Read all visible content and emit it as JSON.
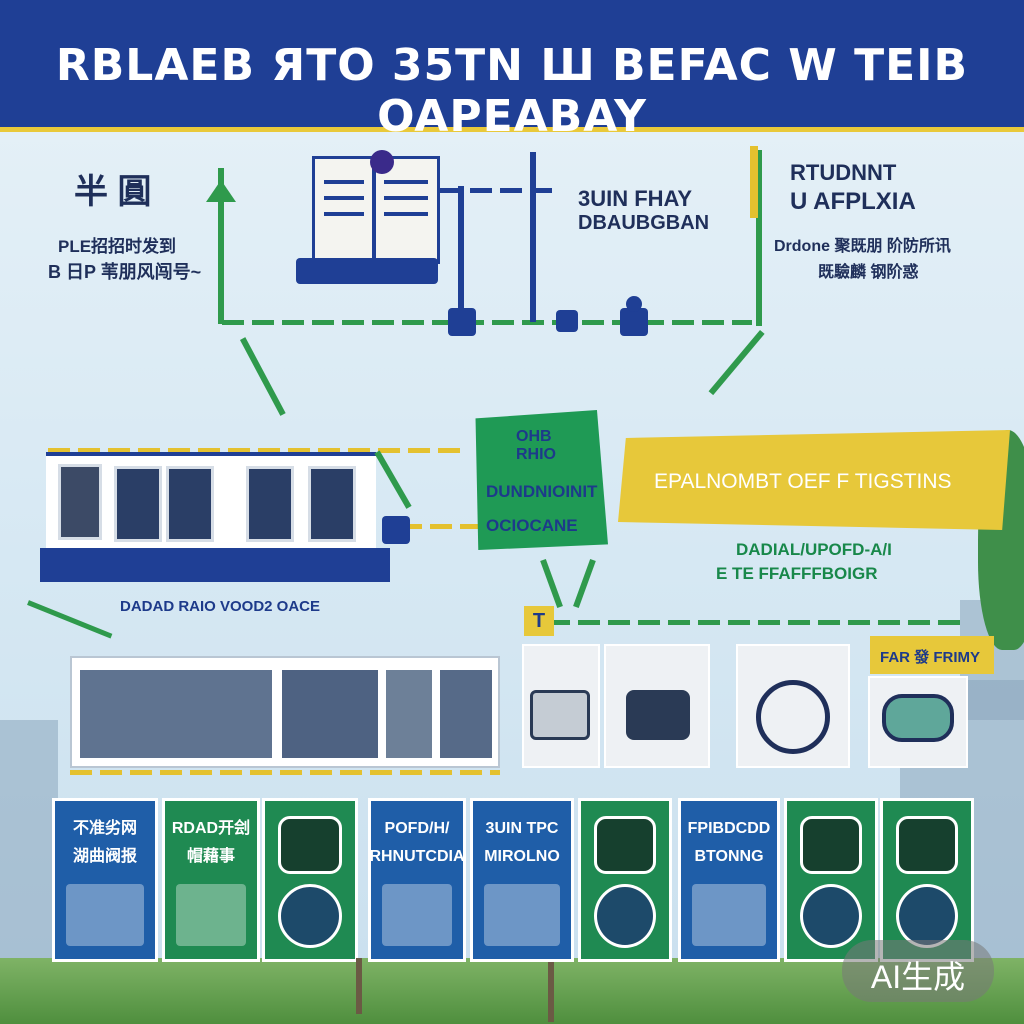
{
  "header": {
    "title": "RBLAEB ЯTO 35TN Ш BEFAC W TEIB OAPEABAY"
  },
  "diagram": {
    "top_left": {
      "icon_text": "半 圓",
      "line1": "PLE招招时发到",
      "line2": "B 日P 苇朋风闯号~"
    },
    "top_center": {
      "line1": "3UIN FHAY",
      "line2": "DBAUBGBAN"
    },
    "top_right": {
      "line1": "RTUDNNT",
      "line2": "U AFPLXIA",
      "line3": "Drdone 聚既朋 阶防所讯",
      "line4": "既驗麟 钢阶惑"
    },
    "center_sign": {
      "line1": "OHB",
      "line2": "RHIO",
      "line3": "DUNDNIOINIT",
      "line4": "OCIOCANE"
    },
    "banner": {
      "text": "EPALNOMBT OEF F TIGSTINS"
    },
    "banner_sub": {
      "line1": "DADIAL/UPOFD-A/I",
      "line2": "E TE FFAFFFBOIGR"
    },
    "train_caption": "DADAD RAIO VOOD2 OACE",
    "marker_t": "T",
    "right_photo_label": "FAR 發 FRIMY"
  },
  "cards": [
    {
      "line1": "不准劣网",
      "line2": "湖曲阀报",
      "color": "card-blue"
    },
    {
      "line1": "RDAD开刽",
      "line2": "帽藉事",
      "color": "card-green"
    },
    {
      "line1": "",
      "line2": "",
      "color": "card-green"
    },
    {
      "line1": "POFD/H/",
      "line2": "RHNUTCDIA",
      "color": "card-blue"
    },
    {
      "line1": "3UIN TPC",
      "line2": "MIROLNO",
      "color": "card-blue"
    },
    {
      "line1": "",
      "line2": "",
      "color": "card-green"
    },
    {
      "line1": "FPIBDCDD",
      "line2": "BTONNG",
      "color": "card-blue"
    },
    {
      "line1": "",
      "line2": "",
      "color": "card-green"
    },
    {
      "line1": "",
      "line2": "",
      "color": "card-green"
    }
  ],
  "watermark": {
    "text": "AI生成"
  },
  "colors": {
    "navy": "#1f3f95",
    "green": "#2f9a4c",
    "yellow": "#e7c83a",
    "sky": "#d6e8f3"
  }
}
